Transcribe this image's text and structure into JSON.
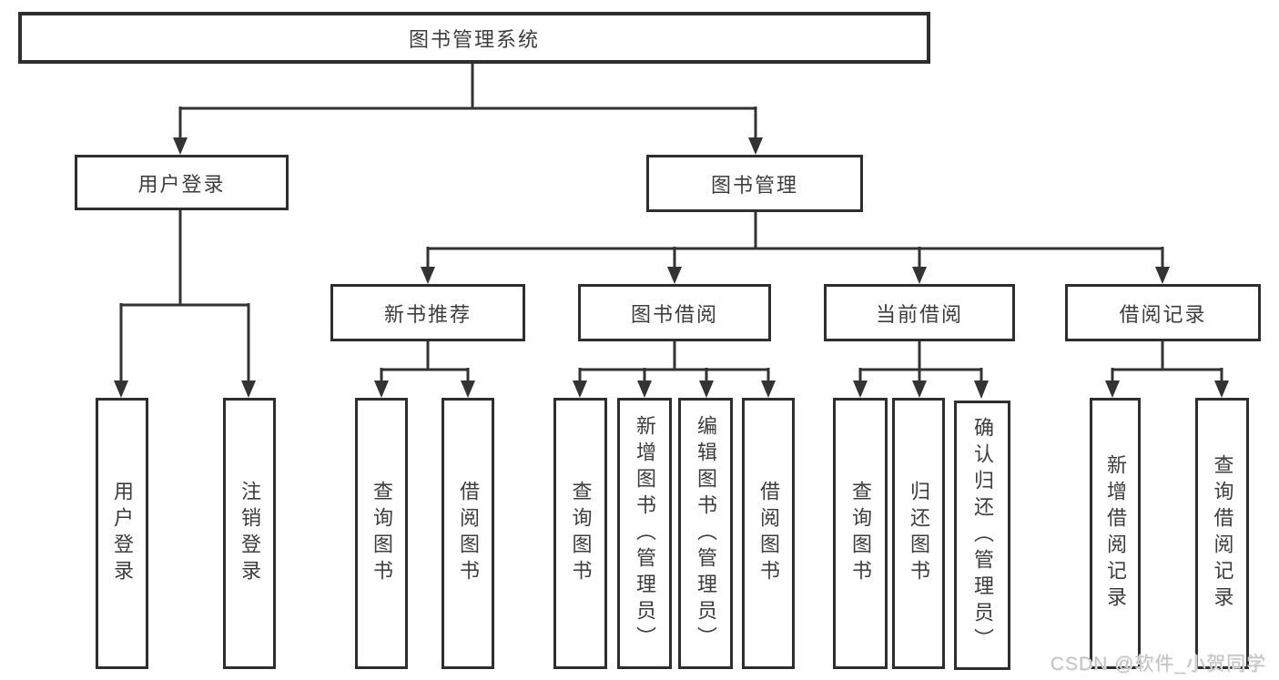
{
  "tree": {
    "root": {
      "label": "图书管理系统",
      "children": [
        {
          "label": "用户登录",
          "children": [
            {
              "label": "用户登录"
            },
            {
              "label": "注销登录"
            }
          ]
        },
        {
          "label": "图书管理",
          "children": [
            {
              "label": "新书推荐",
              "children": [
                {
                  "label": "查询图书"
                },
                {
                  "label": "借阅图书"
                }
              ]
            },
            {
              "label": "图书借阅",
              "children": [
                {
                  "label": "查询图书"
                },
                {
                  "label": "新增图书（管理员）"
                },
                {
                  "label": "编辑图书（管理员）"
                },
                {
                  "label": "借阅图书"
                }
              ]
            },
            {
              "label": "当前借阅",
              "children": [
                {
                  "label": "查询图书"
                },
                {
                  "label": "归还图书"
                },
                {
                  "label": "确认归还（管理员）"
                }
              ]
            },
            {
              "label": "借阅记录",
              "children": [
                {
                  "label": "新增借阅记录"
                },
                {
                  "label": "查询借阅记录"
                }
              ]
            }
          ]
        }
      ]
    }
  },
  "watermark": {
    "text": "CSDN @软件_小贺同学"
  },
  "colors": {
    "line": "#333333",
    "box_border": "#2e2e2e",
    "text": "#3d3d3d",
    "watermark": "#c4c4c4",
    "background": "#ffffff"
  }
}
